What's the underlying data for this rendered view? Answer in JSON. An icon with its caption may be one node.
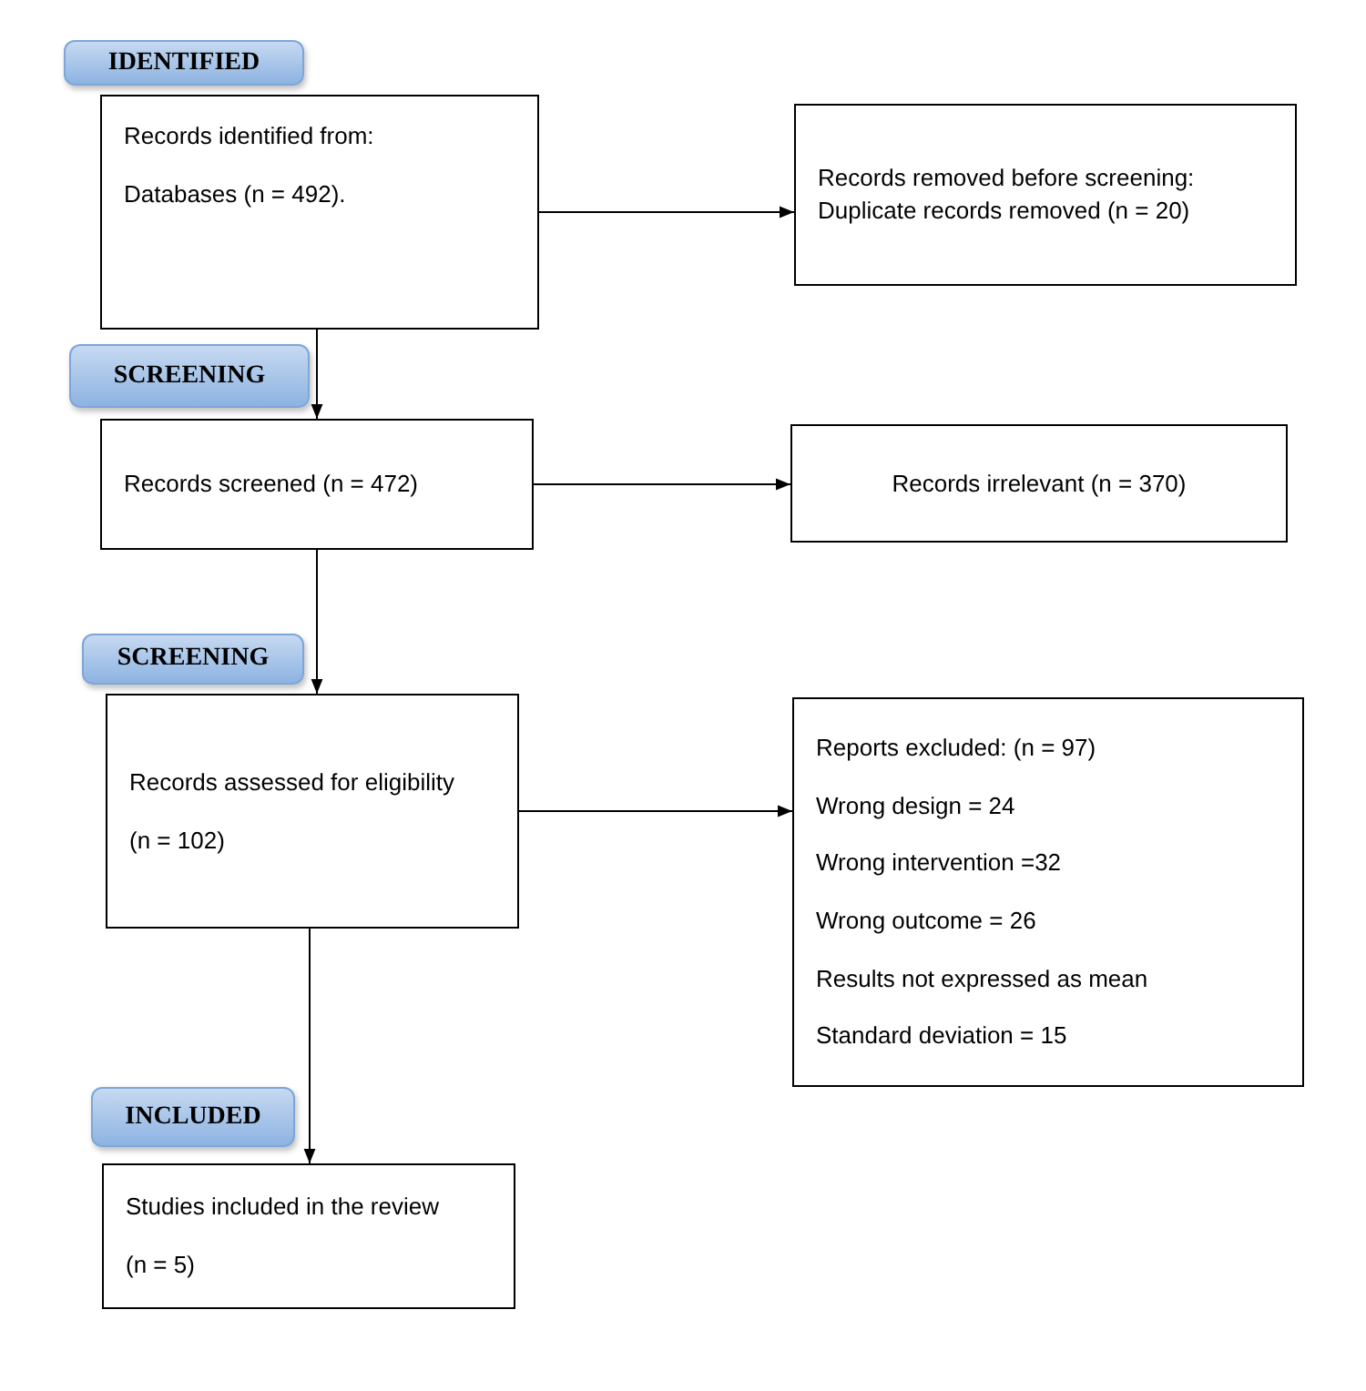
{
  "diagram": {
    "nodes": [
      {
        "text": [
          "IDENTIFIED"
        ]
      },
      {
        "text": [
          "Records identified from:",
          "Databases (n = 492)."
        ]
      },
      {
        "text": [
          "Records removed before screening: Duplicate records removed (n = 20)"
        ]
      },
      {
        "text": [
          "SCREENING"
        ]
      },
      {
        "text": [
          "Records screened (n = 472)"
        ]
      },
      {
        "text": [
          "Records irrelevant (n = 370)"
        ]
      },
      {
        "text": [
          "SCREENING"
        ]
      },
      {
        "text": [
          "Records assessed for eligibility",
          "(n = 102)"
        ]
      },
      {
        "text": [
          "Reports excluded: (n = 97)",
          "Wrong design = 24",
          "Wrong intervention =32",
          "Wrong outcome = 26",
          "Results not expressed as mean",
          "Standard deviation = 15"
        ]
      },
      {
        "text": [
          "INCLUDED"
        ]
      },
      {
        "text": [
          "Studies included in the review",
          "(n = 5)"
        ]
      }
    ],
    "edges": [
      {
        "from": 1,
        "to": 2,
        "arrow": "to"
      },
      {
        "from": 1,
        "to": 4,
        "arrow": "to"
      },
      {
        "from": 4,
        "to": 5,
        "arrow": "to"
      },
      {
        "from": 4,
        "to": 7,
        "arrow": "to"
      },
      {
        "from": 7,
        "to": 8,
        "arrow": "to"
      },
      {
        "from": 7,
        "to": 10,
        "arrow": "to"
      }
    ]
  }
}
